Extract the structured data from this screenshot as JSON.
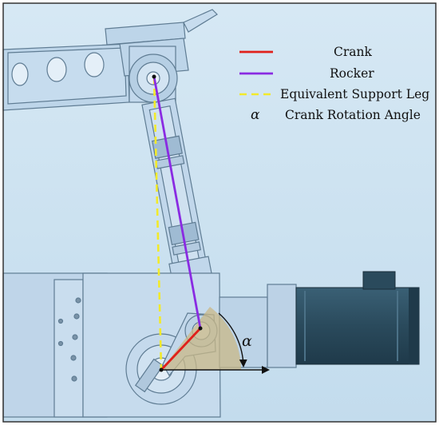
{
  "legend": {
    "items": [
      {
        "key": "crank",
        "label": "Crank",
        "color": "#e0201b",
        "style": "solid"
      },
      {
        "key": "rocker",
        "label": "Rocker",
        "color": "#8a2be2",
        "style": "solid"
      },
      {
        "key": "support",
        "label": "Equivalent Support Leg",
        "color": "#f2ea2a",
        "style": "dashed"
      },
      {
        "key": "angle",
        "label": "Crank Rotation Angle",
        "symbol": "α"
      }
    ]
  },
  "angle_label": "α",
  "colors": {
    "background": "#cfe3f1",
    "part_fill": "#bcd4e8",
    "part_stroke": "#5f7c93",
    "motor_body": "#2c4d60",
    "angle_sector": "#c9b887",
    "border": "#333333"
  }
}
